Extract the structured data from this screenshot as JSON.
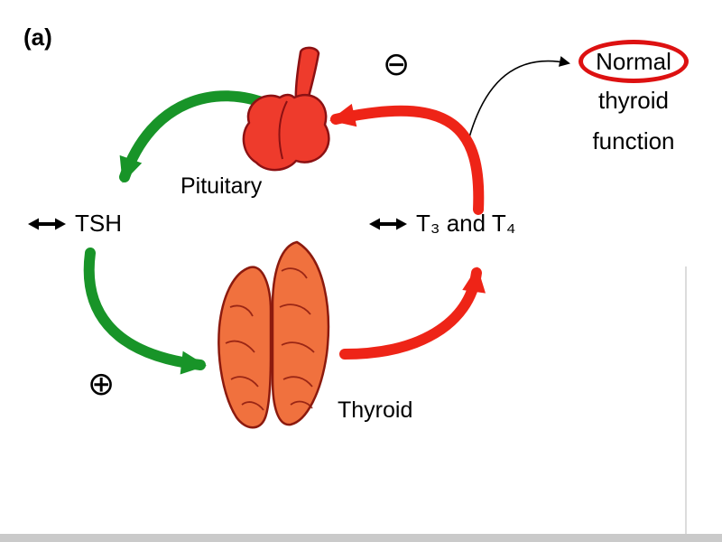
{
  "panel_label": "(a)",
  "labels": {
    "pituitary": "Pituitary",
    "thyroid": "Thyroid",
    "tsh": "TSH",
    "t3t4": "T₃ and T₄",
    "outcome_line1": "Normal",
    "outcome_line2": "thyroid",
    "outcome_line3": "function"
  },
  "symbols": {
    "plus_circle": "⊕",
    "minus_circle": "⊖",
    "double_arrow_icon": "↔"
  },
  "colors": {
    "stimulation_green": "#189428",
    "inhibition_red": "#ee2417",
    "pituitary_red": "#ee3b2c",
    "thyroid_orange": "#f0713e",
    "gland_outline": "#8c1a0e",
    "highlight_ellipse_red": "#dd1111",
    "text_black": "#000000"
  }
}
